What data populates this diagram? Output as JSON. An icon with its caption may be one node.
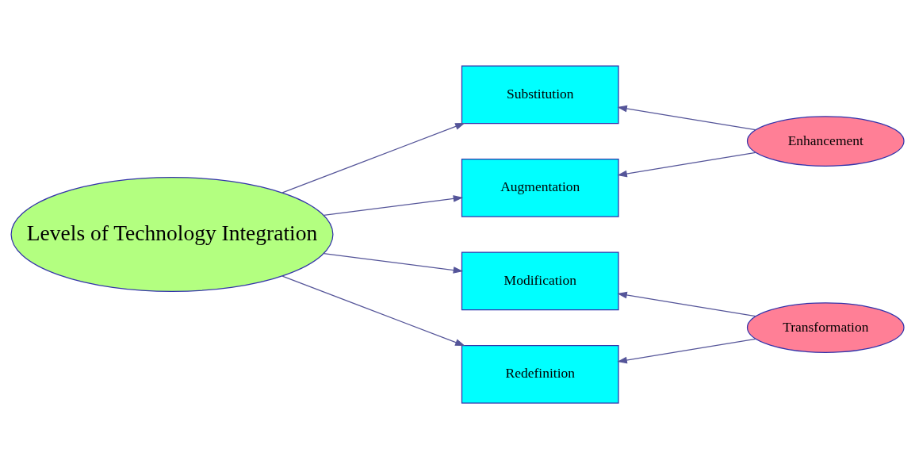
{
  "diagram": {
    "nodes": [
      {
        "text": [
          "Levels of Technology Integration"
        ]
      },
      {
        "text": [
          "Substitution"
        ]
      },
      {
        "text": [
          "Augmentation"
        ]
      },
      {
        "text": [
          "Modification"
        ]
      },
      {
        "text": [
          "Redefinition"
        ]
      },
      {
        "text": [
          "Enhancement"
        ]
      },
      {
        "text": [
          "Transformation"
        ]
      }
    ],
    "edges": [
      {
        "from": 0,
        "to": 1,
        "arrow": "to"
      },
      {
        "from": 0,
        "to": 2,
        "arrow": "to"
      },
      {
        "from": 0,
        "to": 3,
        "arrow": "to"
      },
      {
        "from": 0,
        "to": 4,
        "arrow": "to"
      },
      {
        "from": 5,
        "to": 1,
        "arrow": "to"
      },
      {
        "from": 5,
        "to": 2,
        "arrow": "to"
      },
      {
        "from": 6,
        "to": 3,
        "arrow": "to"
      },
      {
        "from": 6,
        "to": 4,
        "arrow": "to"
      }
    ]
  }
}
